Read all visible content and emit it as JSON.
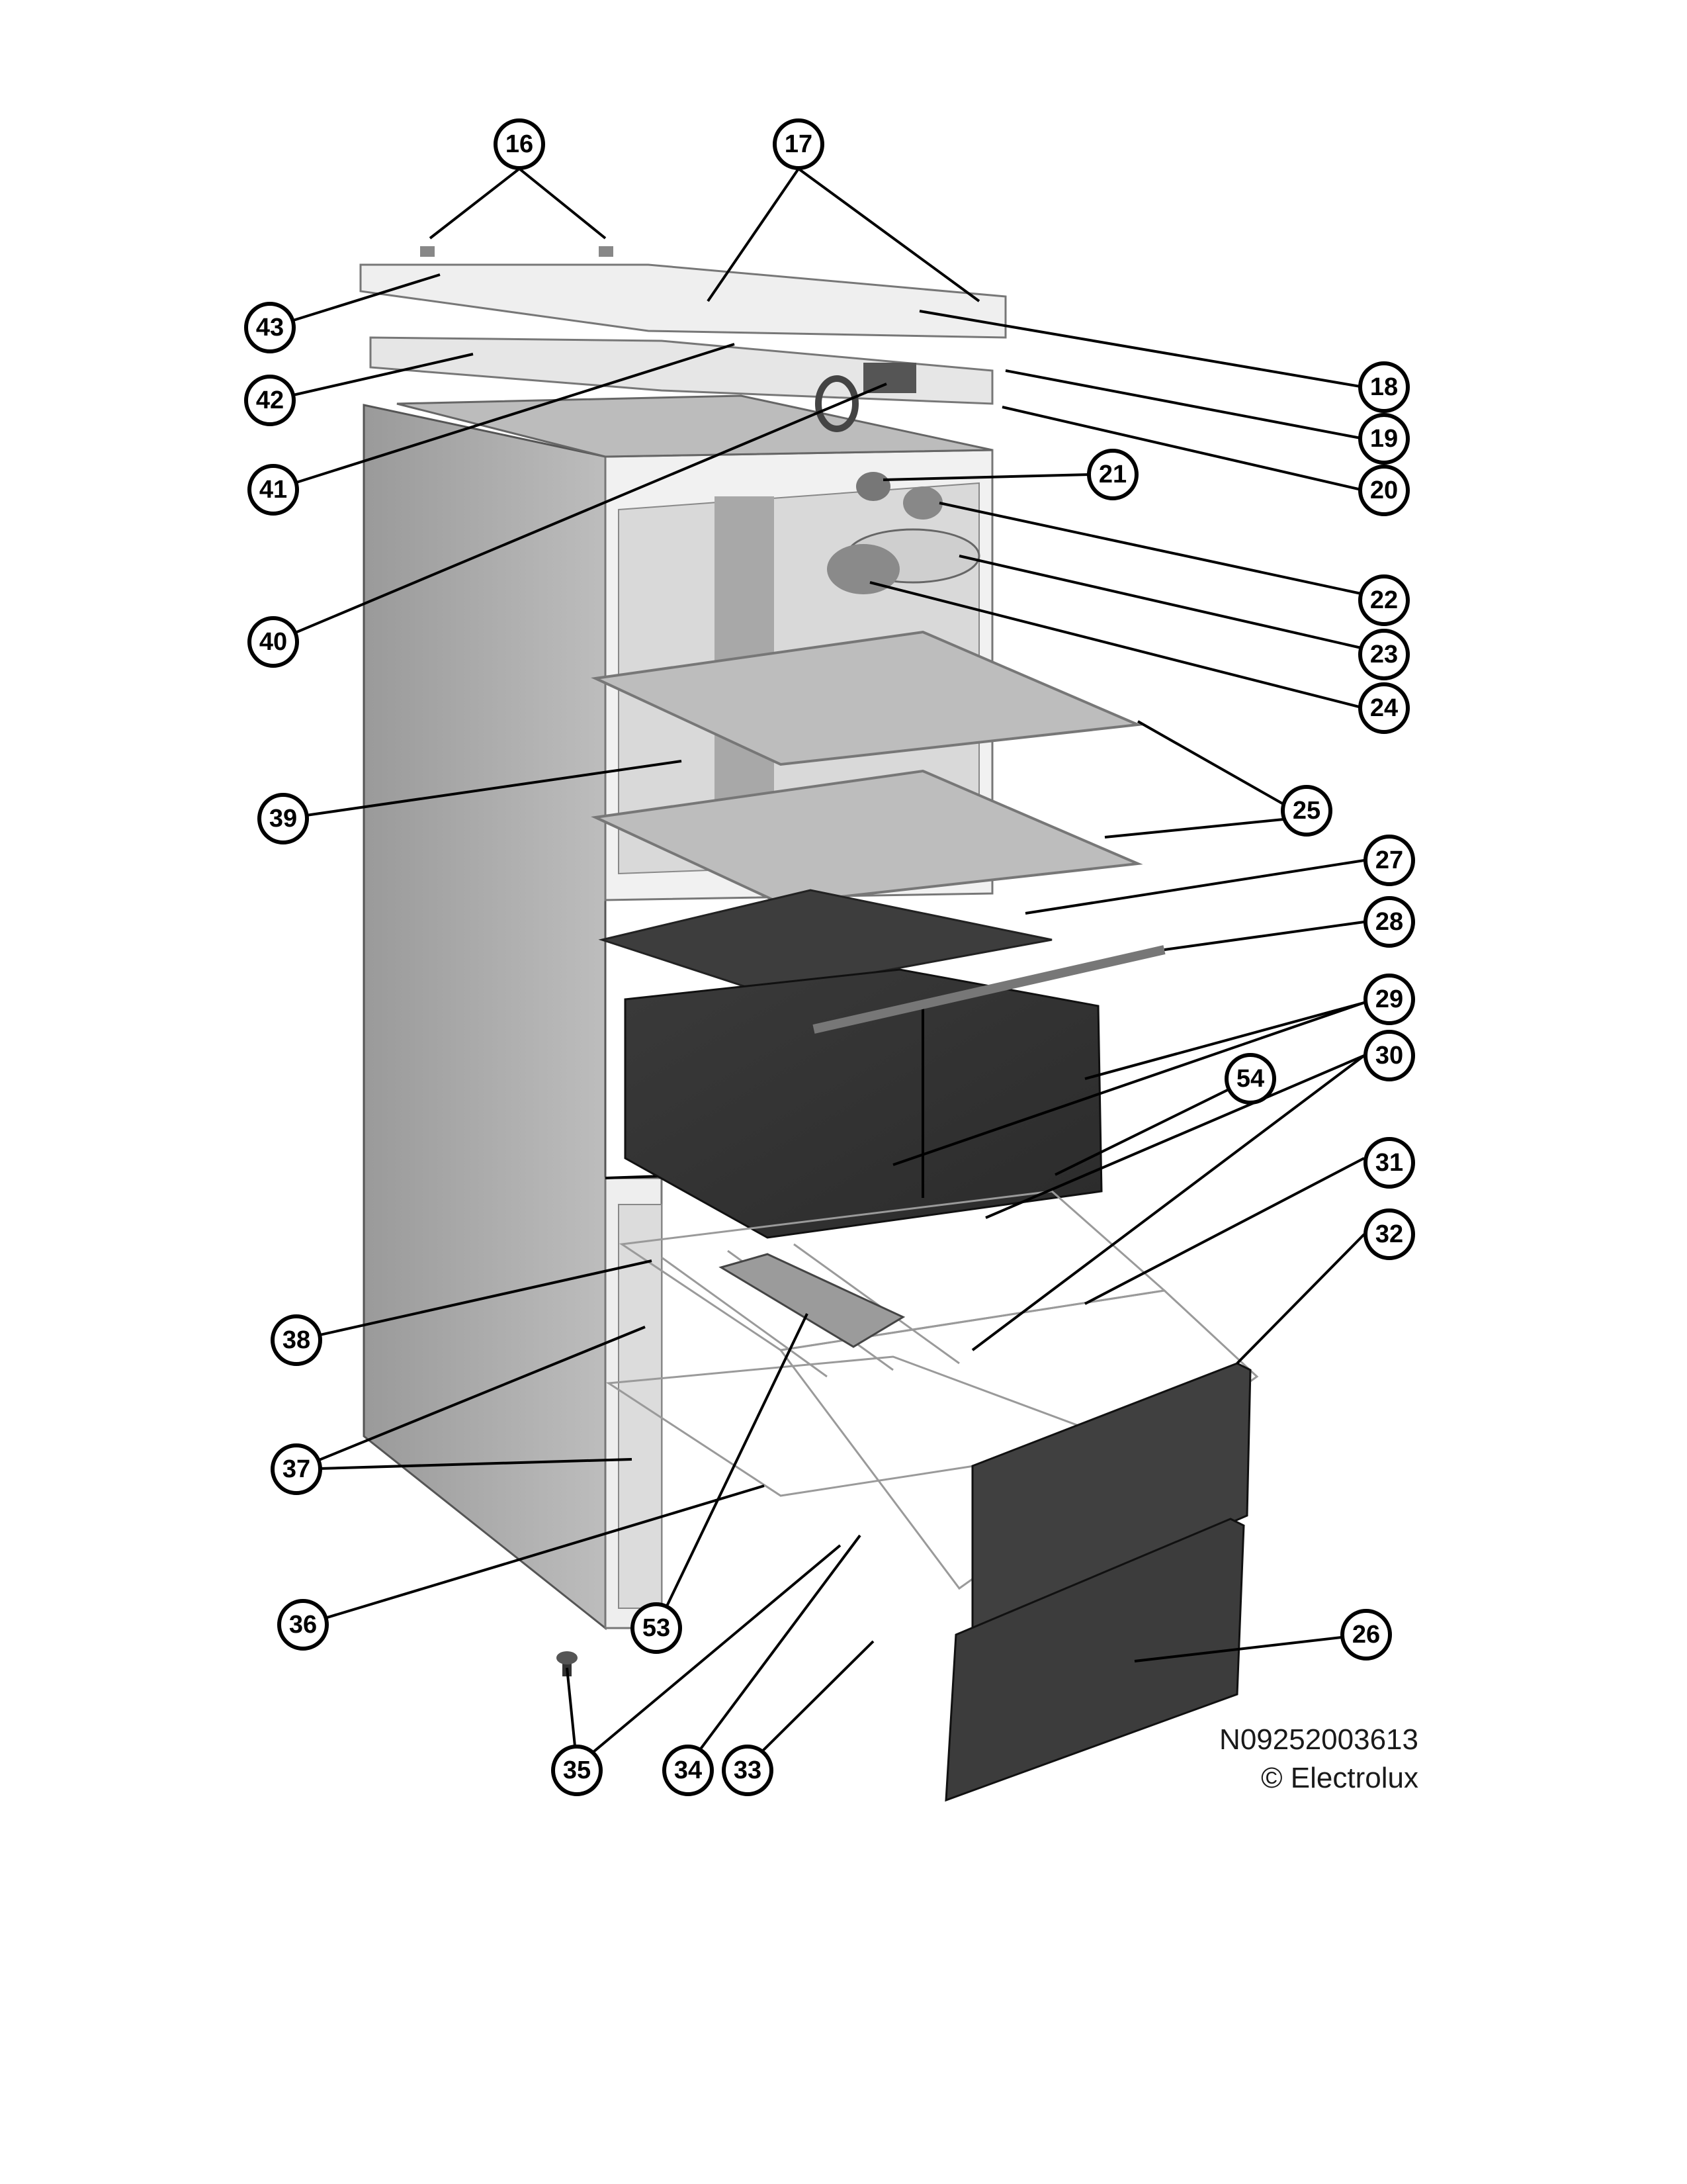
{
  "callouts": [
    "16",
    "17",
    "18",
    "19",
    "20",
    "21",
    "22",
    "23",
    "24",
    "25",
    "26",
    "27",
    "28",
    "29",
    "30",
    "31",
    "32",
    "33",
    "34",
    "35",
    "36",
    "37",
    "38",
    "39",
    "40",
    "41",
    "42",
    "43",
    "53",
    "54"
  ],
  "footer": {
    "code": "N09252003613",
    "copyright": "© Electrolux"
  }
}
